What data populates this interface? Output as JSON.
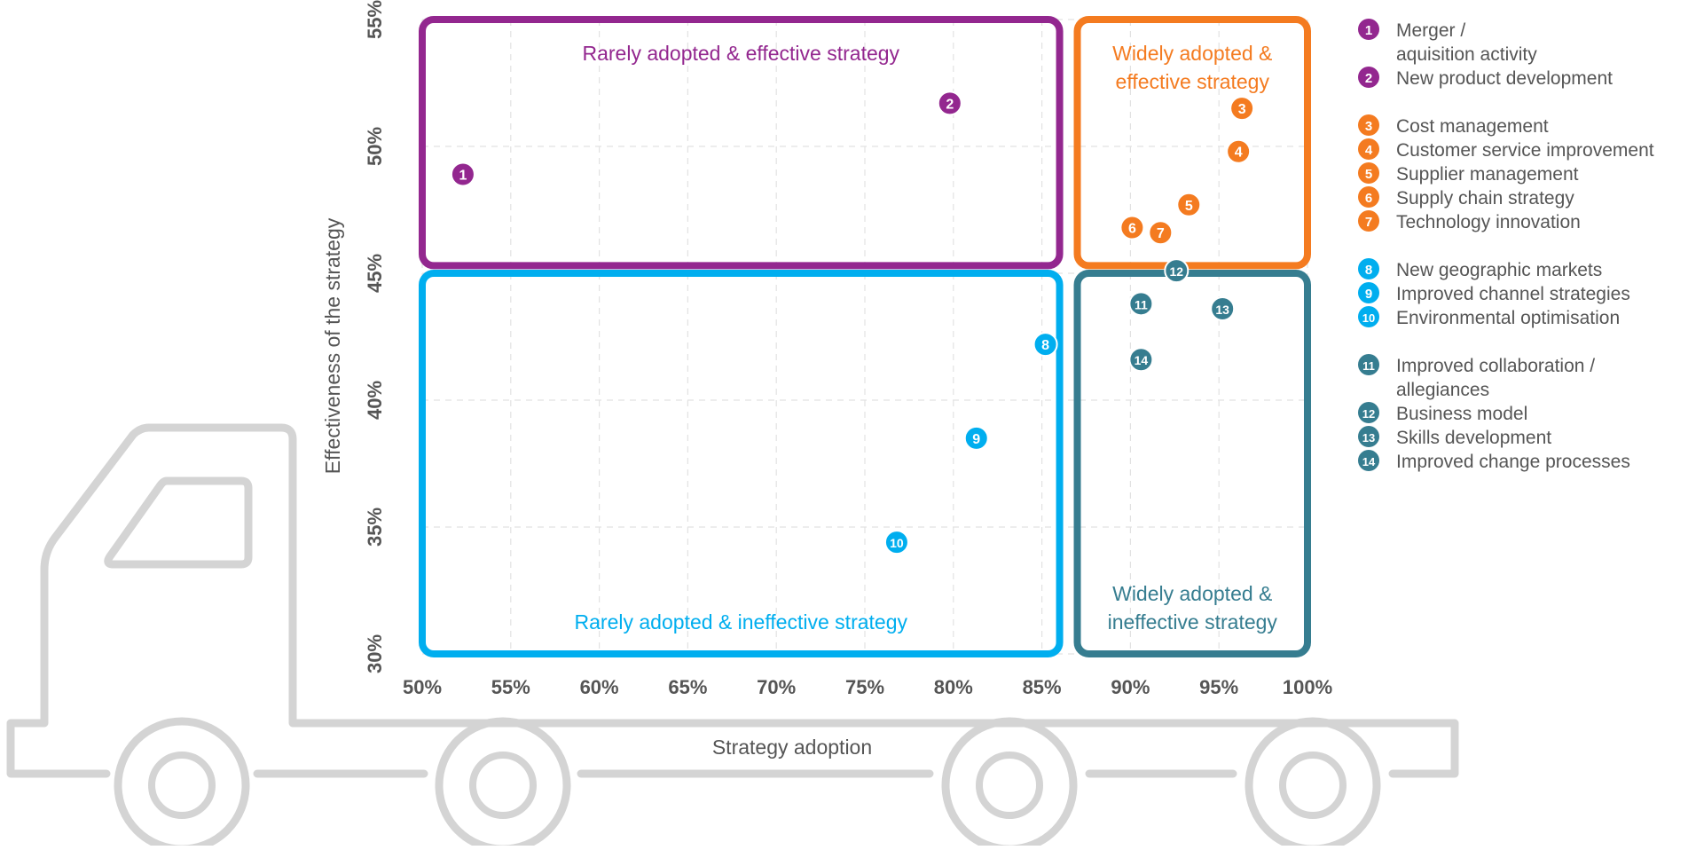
{
  "chart_data": {
    "type": "scatter",
    "xlabel": "Strategy adoption",
    "ylabel": "Effectiveness of the strategy",
    "xlim": [
      50,
      100
    ],
    "ylim": [
      30,
      55
    ],
    "x_ticks": [
      "50%",
      "55%",
      "60%",
      "65%",
      "70%",
      "75%",
      "80%",
      "85%",
      "90%",
      "95%",
      "100%"
    ],
    "y_ticks": [
      "30%",
      "35%",
      "40%",
      "45%",
      "50%",
      "55%"
    ],
    "grid": true,
    "quadrants": [
      {
        "id": "rare-effective",
        "label_lines": [
          "Rarely adopted & effective strategy"
        ],
        "color": "#93278F",
        "x": [
          50,
          86
        ],
        "y": [
          45.3,
          55
        ]
      },
      {
        "id": "wide-effective",
        "label_lines": [
          "Widely adopted &",
          "effective strategy"
        ],
        "color": "#F47B20",
        "x": [
          87,
          100
        ],
        "y": [
          45.3,
          55
        ]
      },
      {
        "id": "rare-ineffective",
        "label_lines": [
          "Rarely adopted & ineffective strategy"
        ],
        "color": "#00AEEF",
        "x": [
          50,
          86
        ],
        "y": [
          30,
          45
        ]
      },
      {
        "id": "wide-ineffective",
        "label_lines": [
          "Widely adopted &",
          "ineffective strategy"
        ],
        "color": "#367D90",
        "x": [
          87,
          100
        ],
        "y": [
          30,
          45
        ]
      }
    ],
    "groups": [
      {
        "color": "#93278F",
        "items": [
          {
            "n": "1",
            "label": "Merger / aquisition activity",
            "x": 52.3,
            "y": 48.9
          },
          {
            "n": "2",
            "label": "New product development",
            "x": 79.8,
            "y": 51.7
          }
        ]
      },
      {
        "color": "#F47B20",
        "items": [
          {
            "n": "3",
            "label": "Cost management",
            "x": 96.3,
            "y": 51.5
          },
          {
            "n": "4",
            "label": "Customer service improvement",
            "x": 96.1,
            "y": 49.8
          },
          {
            "n": "5",
            "label": "Supplier management",
            "x": 93.3,
            "y": 47.7
          },
          {
            "n": "6",
            "label": "Supply chain strategy",
            "x": 90.1,
            "y": 46.8
          },
          {
            "n": "7",
            "label": "Technology innovation",
            "x": 91.7,
            "y": 46.6
          }
        ]
      },
      {
        "color": "#00AEEF",
        "items": [
          {
            "n": "8",
            "label": "New geographic markets",
            "x": 85.2,
            "y": 42.2
          },
          {
            "n": "9",
            "label": "Improved channel strategies",
            "x": 81.3,
            "y": 38.5
          },
          {
            "n": "10",
            "label": "Environmental optimisation",
            "x": 76.8,
            "y": 34.4
          }
        ]
      },
      {
        "color": "#367D90",
        "items": [
          {
            "n": "11",
            "label": "Improved collaboration / allegiances",
            "x": 90.6,
            "y": 43.8
          },
          {
            "n": "12",
            "label": "Business model",
            "x": 92.6,
            "y": 45.1
          },
          {
            "n": "13",
            "label": "Skills development",
            "x": 95.2,
            "y": 43.6
          },
          {
            "n": "14",
            "label": "Improved change processes",
            "x": 90.6,
            "y": 41.6
          }
        ]
      }
    ]
  },
  "colors": {
    "truck": "#D4D4D4",
    "grid": "#E2E2E2",
    "axis_text": "#555555"
  }
}
